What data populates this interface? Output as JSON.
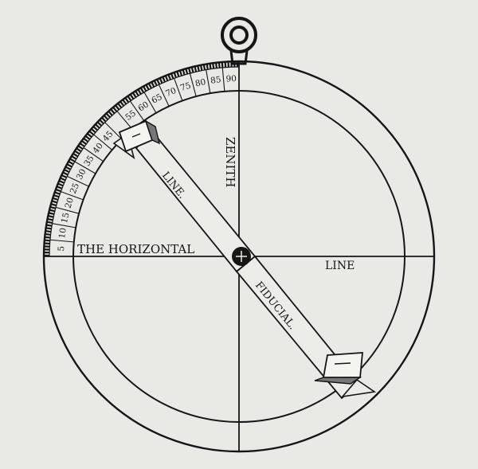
{
  "colors": {
    "paper": "#e9e9e6",
    "ink": "#161616"
  },
  "labels": {
    "horizontal_left": "THE HORIZONTAL",
    "horizontal_right": "LINE",
    "zenith": "ZENITH",
    "fiducial_upper": "LINE.",
    "fiducial_lower": "FIDUCIAL."
  },
  "scale": {
    "degree_marks": [
      "5",
      "10",
      "15",
      "20",
      "25",
      "30",
      "35",
      "40",
      "45",
      "55",
      "60",
      "65",
      "70",
      "75",
      "80",
      "85",
      "90"
    ]
  }
}
